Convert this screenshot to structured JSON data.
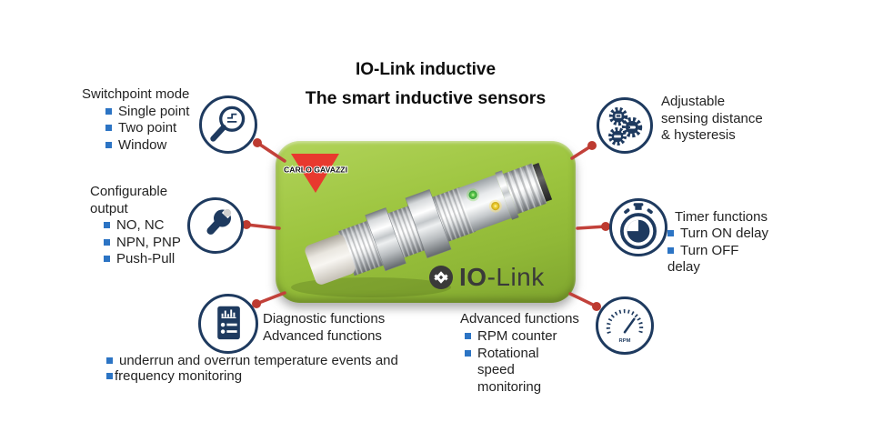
{
  "title": {
    "line1": "IO-Link inductive",
    "line2": "The smart inductive sensors"
  },
  "features": {
    "switchpoint": {
      "heading": "Switchpoint mode",
      "items": [
        "Single point",
        "Two point",
        "Window"
      ]
    },
    "configurable_output": {
      "heading": "Configurable output",
      "items": [
        "NO, NC",
        "NPN, PNP",
        "Push-Pull"
      ]
    },
    "diagnostic": {
      "heading_line1": "Diagnostic functions",
      "heading_line2": "Advanced functions",
      "items": [
        "underrun and overrun temperature events and",
        "frequency monitoring"
      ]
    },
    "adjustable": {
      "lines": [
        "Adjustable",
        "sensing distance",
        "& hysteresis"
      ]
    },
    "timer": {
      "heading": "Timer functions",
      "items": [
        "Turn ON delay",
        "Turn OFF delay"
      ]
    },
    "advanced": {
      "heading": "Advanced functions",
      "items": [
        "RPM counter",
        "Rotational speed monitoring"
      ]
    }
  },
  "center_panel": {
    "brand_logo_text": "CARLO GAVAZZI",
    "iolink_logo_bold": "IO",
    "iolink_logo_rest": "-Link",
    "rpm_gauge_label": "RPM"
  },
  "icons": {
    "switchpoint": "magnifier-icon",
    "configurable_output": "wrench-icon",
    "diagnostic": "report-icon",
    "adjustable": "gears-icon",
    "timer": "stopwatch-icon",
    "advanced": "gauge-icon"
  },
  "colors": {
    "panel_green": "#9cc43e",
    "icon_navy": "#1e3a5f",
    "connector_red": "#c2413a",
    "bullet_blue": "#2c74c4",
    "brand_red": "#e8392e",
    "iolink_dark": "#3a3a39"
  }
}
